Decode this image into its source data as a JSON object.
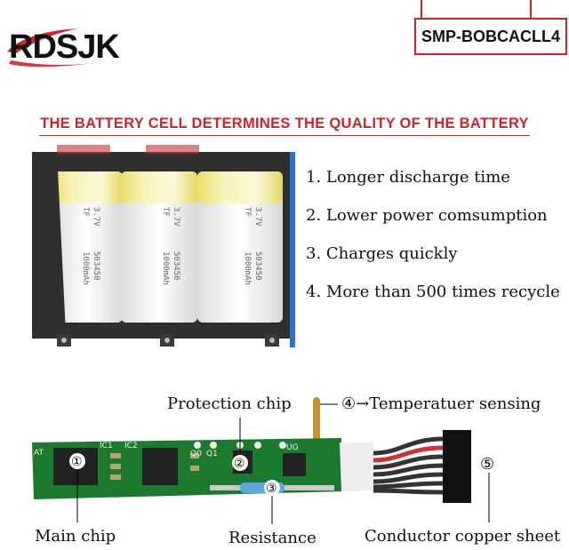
{
  "brand": {
    "logo_text": "RDSJK",
    "model": "SMP-BOBCACLL4"
  },
  "headline": "THE BATTERY CELL DETERMINES THE QUALITY OF THE BATTERY",
  "features": [
    "1. Longer discharge time",
    "2. Lower power comsumption",
    "3. Charges quickly",
    "4. More than 500 times recycle"
  ],
  "cells": [
    {
      "brand": "TF",
      "model": "503450",
      "voltage": "3.7V",
      "capacity": "1000mAh"
    },
    {
      "brand": "TF",
      "model": "503450",
      "voltage": "3.7V",
      "capacity": "1000mAh"
    },
    {
      "brand": "TF",
      "model": "503450",
      "voltage": "3.7V",
      "capacity": "1000mAh"
    }
  ],
  "board_callouts": {
    "protection": "Protection chip",
    "temperature": "④→Temperatuer sensing",
    "main": "Main chip",
    "resistance": "Resistance",
    "conductor": "Conductor copper sheet",
    "markers": [
      "①",
      "②",
      "③",
      "④",
      "⑤"
    ]
  },
  "pcb_labels": [
    "IC1",
    "IC2",
    "Q0",
    "Q1",
    "UG",
    "AT"
  ],
  "colors": {
    "accent": "#d2232a",
    "pcb": "#1c7a2e",
    "cell": "#f2e98a"
  }
}
